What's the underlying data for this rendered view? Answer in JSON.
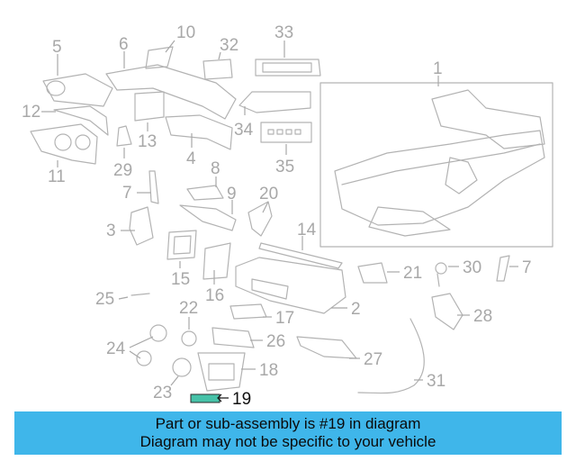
{
  "diagram": {
    "highlight_part": "19",
    "colors": {
      "part_line": "#b3b3b3",
      "label": "#a8a8a8",
      "highlight_fill": "#46c2a8",
      "highlight_label": "#111111",
      "banner": "#3fb6ea"
    },
    "callouts": [
      "1",
      "2",
      "3",
      "4",
      "5",
      "6",
      "7",
      "7",
      "8",
      "9",
      "10",
      "11",
      "12",
      "13",
      "14",
      "15",
      "16",
      "17",
      "18",
      "19",
      "20",
      "21",
      "22",
      "23",
      "24",
      "25",
      "26",
      "27",
      "28",
      "29",
      "30",
      "31",
      "32",
      "33",
      "34",
      "35"
    ]
  },
  "banner": {
    "line1": "Part or sub-assembly is #19 in diagram",
    "line2": "Diagram may not be specific to your vehicle"
  }
}
